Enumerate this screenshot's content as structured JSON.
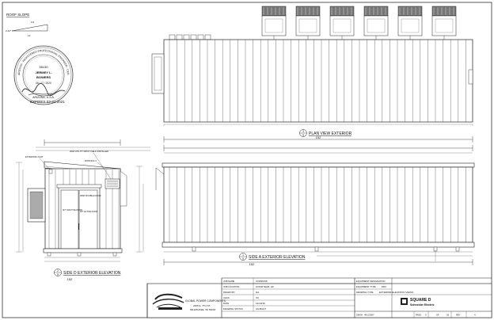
{
  "roof_slope": {
    "title": "ROOF SLOPE",
    "ratio": "1/2:12",
    "rise": "1/2",
    "run": "12",
    "angle": "2.42°"
  },
  "seal": {
    "ring_text": "ARIZONA · REGISTERED PROFESSIONAL ENGINEER · CERTIFICATE NO.",
    "number": "58130",
    "name_line1": "JERMEY L.",
    "name_line2": "BOWERS",
    "signed_date": "06 / 17 / 2020",
    "state": "ARIZONA, U.S.A.",
    "expires": "EXPIRES 03-31-2021"
  },
  "views": {
    "plan": {
      "number": "3",
      "sheet": "9",
      "title": "PLAN VIEW EXTERIOR",
      "dimension": "152"
    },
    "side_a": {
      "number": "1",
      "sheet": "9",
      "title": "SIDE A EXTERIOR ELEVATION",
      "dimension": "152"
    },
    "side_d": {
      "number": "2",
      "sheet": "9",
      "title": "SIDE D EXTERIOR ELEVATION",
      "dimension": "152"
    }
  },
  "side_d_labels": {
    "exterior_light": "EXTERIOR LIGHT",
    "utility_input": "200A UTILITY INPUT FIELD INSTALLED",
    "roofing": "ROOFING 4",
    "double_door": "3068 DOUBLE DOOR",
    "inactive_door": "3FT INACTIVE DOOR",
    "active_door": "3FT ACTIVE DOOR"
  },
  "title_block": {
    "company_line1": "GLOBAL POWER COMPONENTS",
    "company_line2": "2306 E. 7TH ST.",
    "company_line3": "MILWAUKEE, WI 53218",
    "fields": [
      {
        "label": "JOB NAME",
        "value": "COMPASS"
      },
      {
        "label": "JOB LOCATION",
        "value": "GOODYEAR, AZ"
      },
      {
        "label": "DRAWN BY",
        "value": "DA"
      },
      {
        "label": "CHCK",
        "value": "XX"
      },
      {
        "label": "DATE",
        "value": "12/10/19"
      },
      {
        "label": "DRAWING STATUS",
        "value": "AS-BUILT"
      }
    ],
    "equipment_designation": "EQUIPMENT DESIGNATION",
    "equipment_type_label": "EQUIPMENT TYPE",
    "equipment_type_value": "PDC",
    "drawing_type_label": "DRAWING TYPE",
    "drawing_type_value": "EXTERIOR ELEVATION VIEWS",
    "dwg_label": "DWG#",
    "dwg_value": "49-2/2057",
    "page_label": "PAGE",
    "page_value": "9",
    "of_label": "OF",
    "of_value": "33",
    "rev_label": "REV",
    "rev_value": "4",
    "brand_line1": "SQUARE D",
    "brand_line2": "Schneider Electric"
  }
}
